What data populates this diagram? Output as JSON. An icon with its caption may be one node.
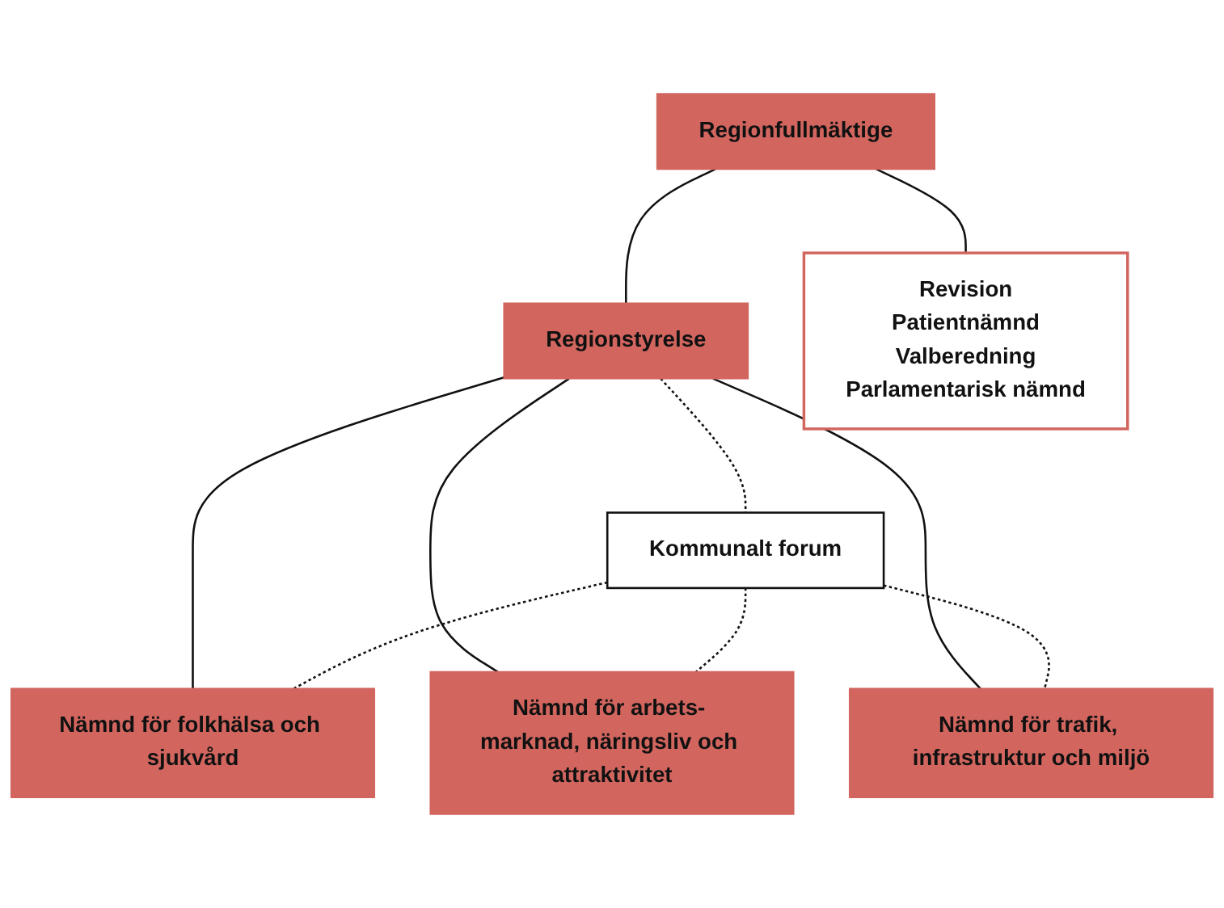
{
  "diagram": {
    "nodes": [
      {
        "text": [
          "Regionfullmäktige"
        ]
      },
      {
        "text": [
          "Revision",
          "Patientnämnd",
          "Valberedning",
          "Parlamentarisk nämnd"
        ]
      },
      {
        "text": [
          "Regionstyrelse"
        ]
      },
      {
        "text": [
          "Kommunalt forum"
        ]
      },
      {
        "text": [
          "Nämnd för folkhälsa och sjukvård"
        ]
      },
      {
        "text": [
          "Nämnd för arbets- marknad, näringsliv och attraktivitet"
        ]
      },
      {
        "text": [
          "Nämnd för trafik, infrastruktur och miljö"
        ]
      }
    ],
    "edges": [
      {
        "from": 0,
        "to": 2,
        "arrow": "none"
      },
      {
        "from": 0,
        "to": 1,
        "arrow": "none"
      },
      {
        "from": 2,
        "to": 3,
        "arrow": "none",
        "style": "dashed"
      },
      {
        "from": 2,
        "to": 4,
        "arrow": "none"
      },
      {
        "from": 2,
        "to": 5,
        "arrow": "none"
      },
      {
        "from": 2,
        "to": 6,
        "arrow": "none"
      },
      {
        "from": 3,
        "to": 4,
        "arrow": "none",
        "style": "dashed"
      },
      {
        "from": 3,
        "to": 5,
        "arrow": "none",
        "style": "dashed"
      },
      {
        "from": 3,
        "to": 6,
        "arrow": "none",
        "style": "dashed"
      }
    ]
  }
}
